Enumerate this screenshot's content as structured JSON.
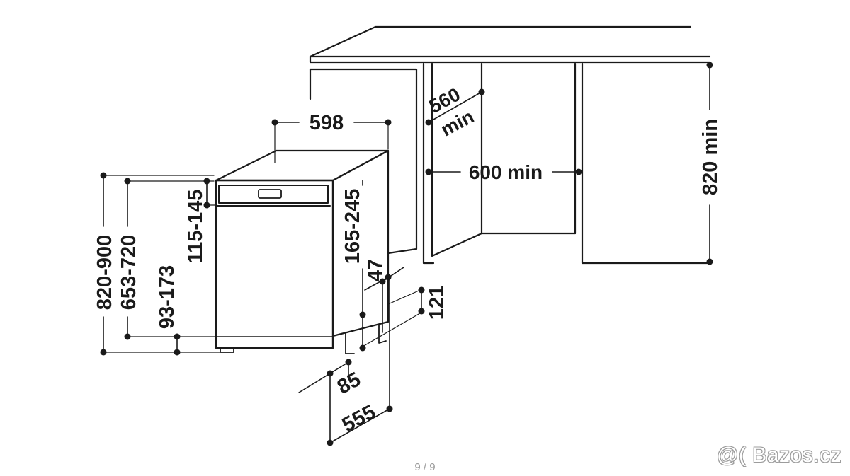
{
  "diagram": {
    "dims": {
      "width_598": "598",
      "depth_560_min_a": "560",
      "depth_560_min_b": "min",
      "niche_width_600_min": "600 min",
      "niche_height_820_min": "820 min",
      "height_820_900": "820-900",
      "door_653_720": "653-720",
      "plinth_93_173": "93-173",
      "top_115_145": "115-145",
      "top_165_245": "165-245",
      "offset_47": "47",
      "plinth_121": "121",
      "foot_85": "85",
      "depth_555": "555"
    }
  },
  "pager": {
    "label": "9 / 9"
  },
  "watermark": {
    "label": "@( Bazos.cz"
  }
}
